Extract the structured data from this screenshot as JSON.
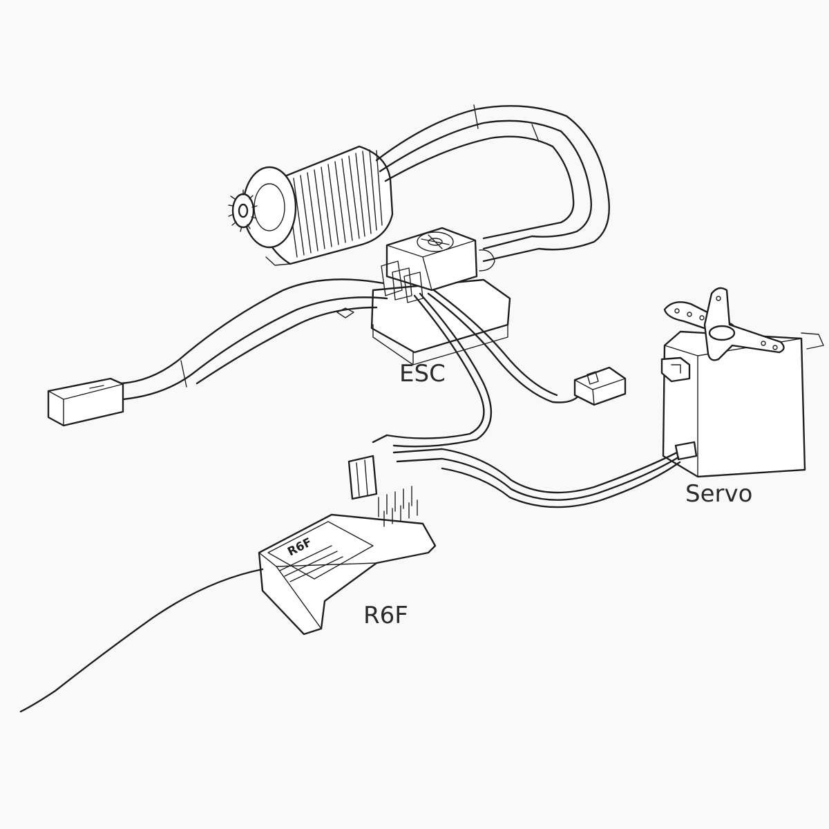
{
  "labels": {
    "esc": "ESC",
    "servo": "Servo",
    "receiver": "R6F"
  },
  "receiver_print": {
    "model": "R6F"
  }
}
